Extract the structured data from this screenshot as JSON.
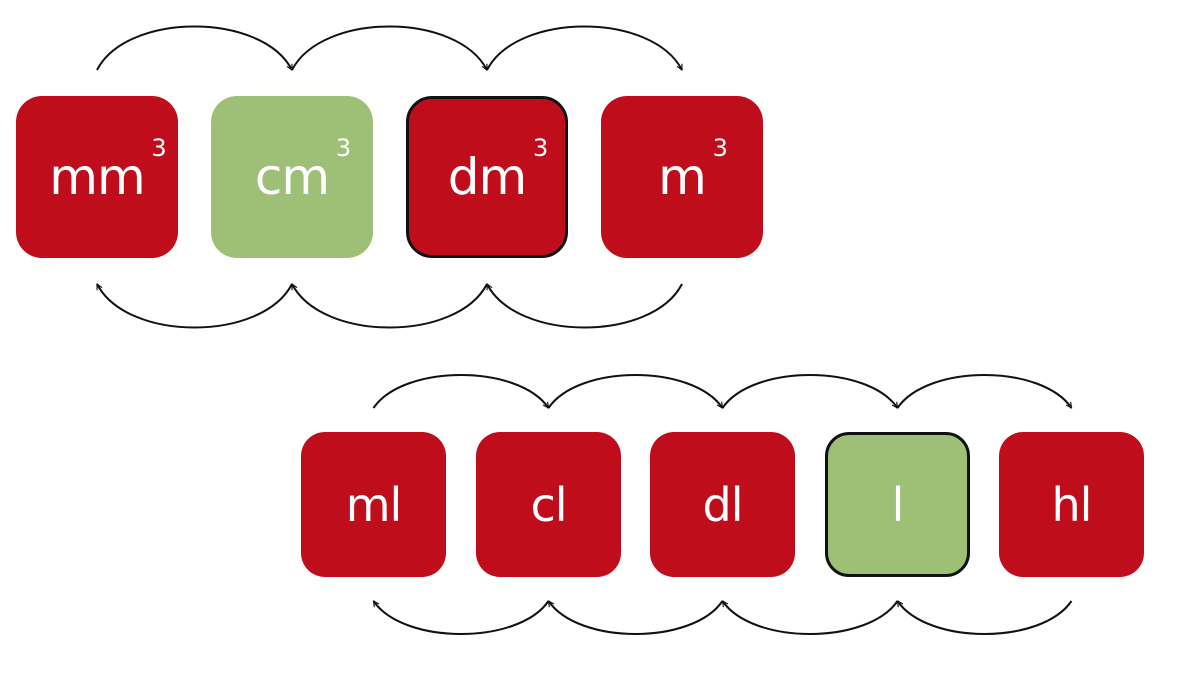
{
  "colors": {
    "red": "#c00d1b",
    "green": "#9dbf76",
    "outline": "#111111",
    "arrow": "#111111"
  },
  "volume_units": [
    {
      "unit": "mm",
      "exponent": "3",
      "color": "red",
      "outlined": false
    },
    {
      "unit": "cm",
      "exponent": "3",
      "color": "green",
      "outlined": false
    },
    {
      "unit": "dm",
      "exponent": "3",
      "color": "red",
      "outlined": true
    },
    {
      "unit": "m",
      "exponent": "3",
      "color": "red",
      "outlined": false
    }
  ],
  "capacity_units": [
    {
      "unit": "ml",
      "color": "red",
      "outlined": false
    },
    {
      "unit": "cl",
      "color": "red",
      "outlined": false
    },
    {
      "unit": "dl",
      "color": "red",
      "outlined": false
    },
    {
      "unit": "l",
      "color": "green",
      "outlined": true
    },
    {
      "unit": "hl",
      "color": "red",
      "outlined": false
    }
  ]
}
